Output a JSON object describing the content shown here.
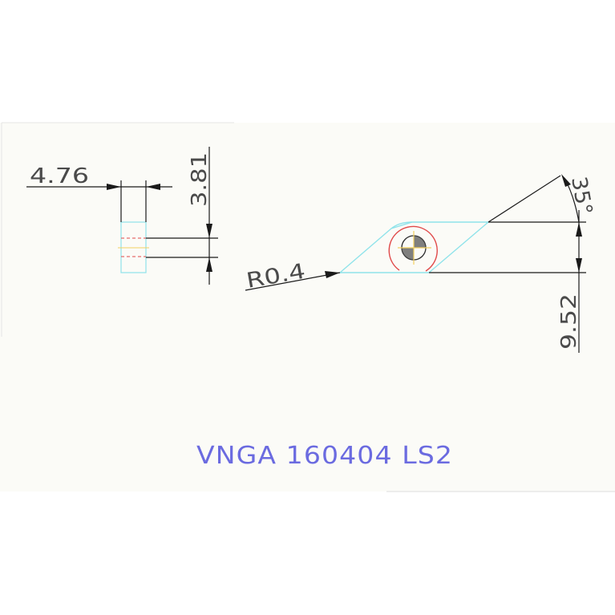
{
  "drawing": {
    "dimensions": {
      "thickness": "4.76",
      "height_side": "3.81",
      "corner_radius": "R0.4",
      "angle": "35°",
      "inscribed_circle": "9.52"
    },
    "part_code": "VNGA 160404 LS2"
  },
  "colors": {
    "background": "#fbfbf7",
    "dimension_line": "#1a1a1a",
    "dimension_text": "#4a4a4a",
    "insert_outline": "#8fe3ea",
    "center_line": "#e04a4a",
    "title": "#6b6be0"
  }
}
